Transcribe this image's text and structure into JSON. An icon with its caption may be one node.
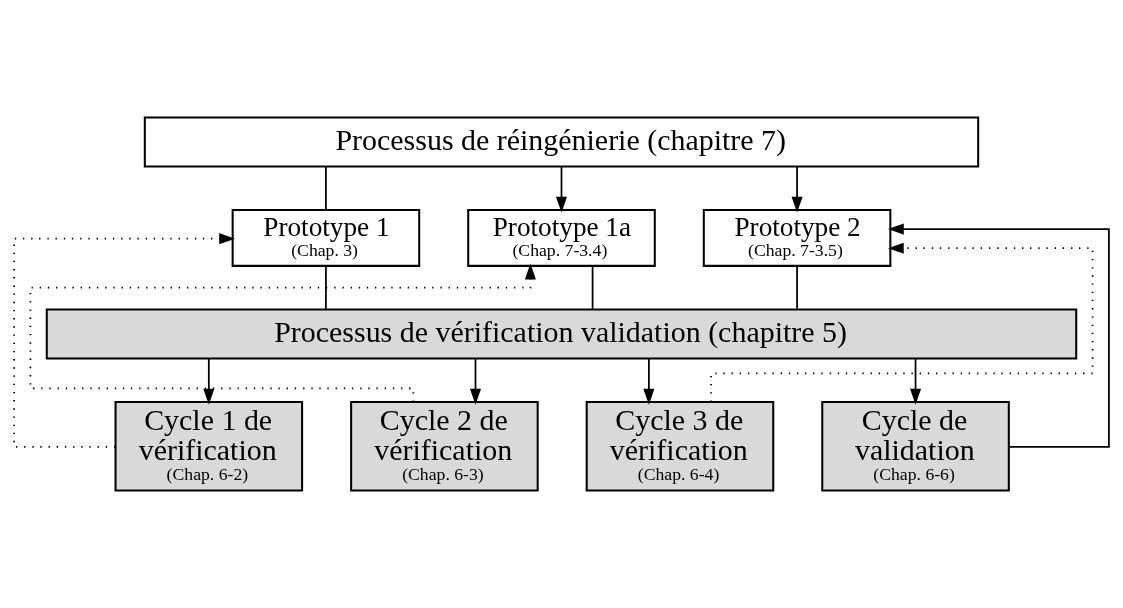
{
  "diagram": {
    "nodes": [
      {
        "text": [
          "Processus de réingénierie (chapitre 7)"
        ]
      },
      {
        "text": [
          "Prototype 1",
          "(Chap. 3)"
        ]
      },
      {
        "text": [
          "Prototype 1a",
          "(Chap. 7-3.4)"
        ]
      },
      {
        "text": [
          "Prototype 2",
          "(Chap. 7-3.5)"
        ]
      },
      {
        "text": [
          "Processus de vérification validation (chapitre 5)"
        ]
      },
      {
        "text": [
          "Cycle 1 de vérification",
          "(Chap. 6-2)"
        ]
      },
      {
        "text": [
          "Cycle 2 de vérification",
          "(Chap. 6-3)"
        ]
      },
      {
        "text": [
          "Cycle 3 de vérification",
          "(Chap. 6-4)"
        ]
      },
      {
        "text": [
          "Cycle de validation",
          "(Chap. 6-6)"
        ]
      }
    ],
    "edges": [
      {
        "from": 0,
        "to": 1,
        "arrow": "none"
      },
      {
        "from": 0,
        "to": 2,
        "arrow": "to"
      },
      {
        "from": 0,
        "to": 3,
        "arrow": "to"
      },
      {
        "from": 1,
        "to": 4,
        "arrow": "none"
      },
      {
        "from": 2,
        "to": 4,
        "arrow": "none"
      },
      {
        "from": 3,
        "to": 4,
        "arrow": "none"
      },
      {
        "from": 4,
        "to": 5,
        "arrow": "to"
      },
      {
        "from": 4,
        "to": 6,
        "arrow": "to"
      },
      {
        "from": 4,
        "to": 7,
        "arrow": "to"
      },
      {
        "from": 4,
        "to": 8,
        "arrow": "to"
      },
      {
        "from": 5,
        "to": 1,
        "arrow": "to",
        "style": "dashed"
      },
      {
        "from": 6,
        "to": 2,
        "arrow": "to",
        "style": "dashed"
      },
      {
        "from": 7,
        "to": 3,
        "arrow": "to",
        "style": "dashed"
      },
      {
        "from": 8,
        "to": 3,
        "arrow": "to"
      }
    ]
  }
}
